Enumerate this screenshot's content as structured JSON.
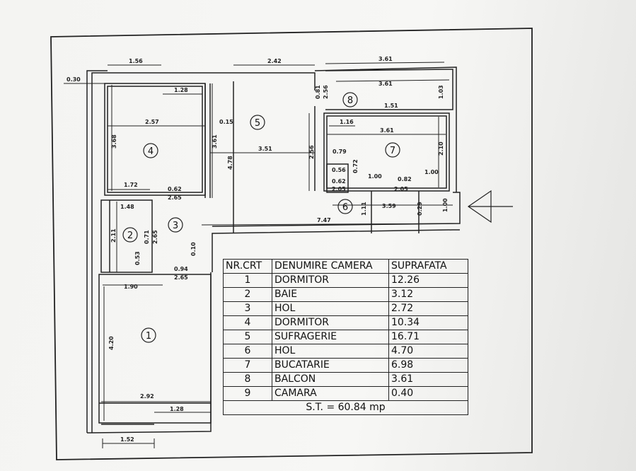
{
  "plan": {
    "room_numbers": [
      "1",
      "2",
      "3",
      "4",
      "5",
      "6",
      "7",
      "8"
    ],
    "dimensions": [
      "1.56",
      "2.42",
      "3.61",
      "0.30",
      "1.28",
      "3.61",
      "0.81",
      "2.56",
      "1.03",
      "1.51",
      "2.57",
      "0.15",
      "1.16",
      "3.61",
      "3.68",
      "3.61",
      "3.51",
      "2.56",
      "2.10",
      "4.78",
      "0.79",
      "0.56",
      "0.62",
      "0.72",
      "1.00",
      "0.82",
      "1.00",
      "1.72",
      "0.62",
      "2.65",
      "2.05",
      "2.05",
      "1.48",
      "3.59",
      "1.11",
      "0.29",
      "1.00",
      "7.47",
      "2.11",
      "0.71",
      "2.65",
      "0.10",
      "0.53",
      "0.94",
      "2.65",
      "1.90",
      "4.20",
      "2.92",
      "1.28",
      "1.52"
    ]
  },
  "table": {
    "headers": [
      "NR.CRT",
      "DENUMIRE CAMERA",
      "SUPRAFATA"
    ],
    "rows": [
      [
        "1",
        "DORMITOR",
        "12.26"
      ],
      [
        "2",
        "BAIE",
        "3.12"
      ],
      [
        "3",
        "HOL",
        "2.72"
      ],
      [
        "4",
        "DORMITOR",
        "10.34"
      ],
      [
        "5",
        "SUFRAGERIE",
        "16.71"
      ],
      [
        "6",
        "HOL",
        "4.70"
      ],
      [
        "7",
        "BUCATARIE",
        "6.98"
      ],
      [
        "8",
        "BALCON",
        "3.61"
      ],
      [
        "9",
        "CAMARA",
        "0.40"
      ]
    ],
    "total": "S.T. = 60.84 mp"
  }
}
